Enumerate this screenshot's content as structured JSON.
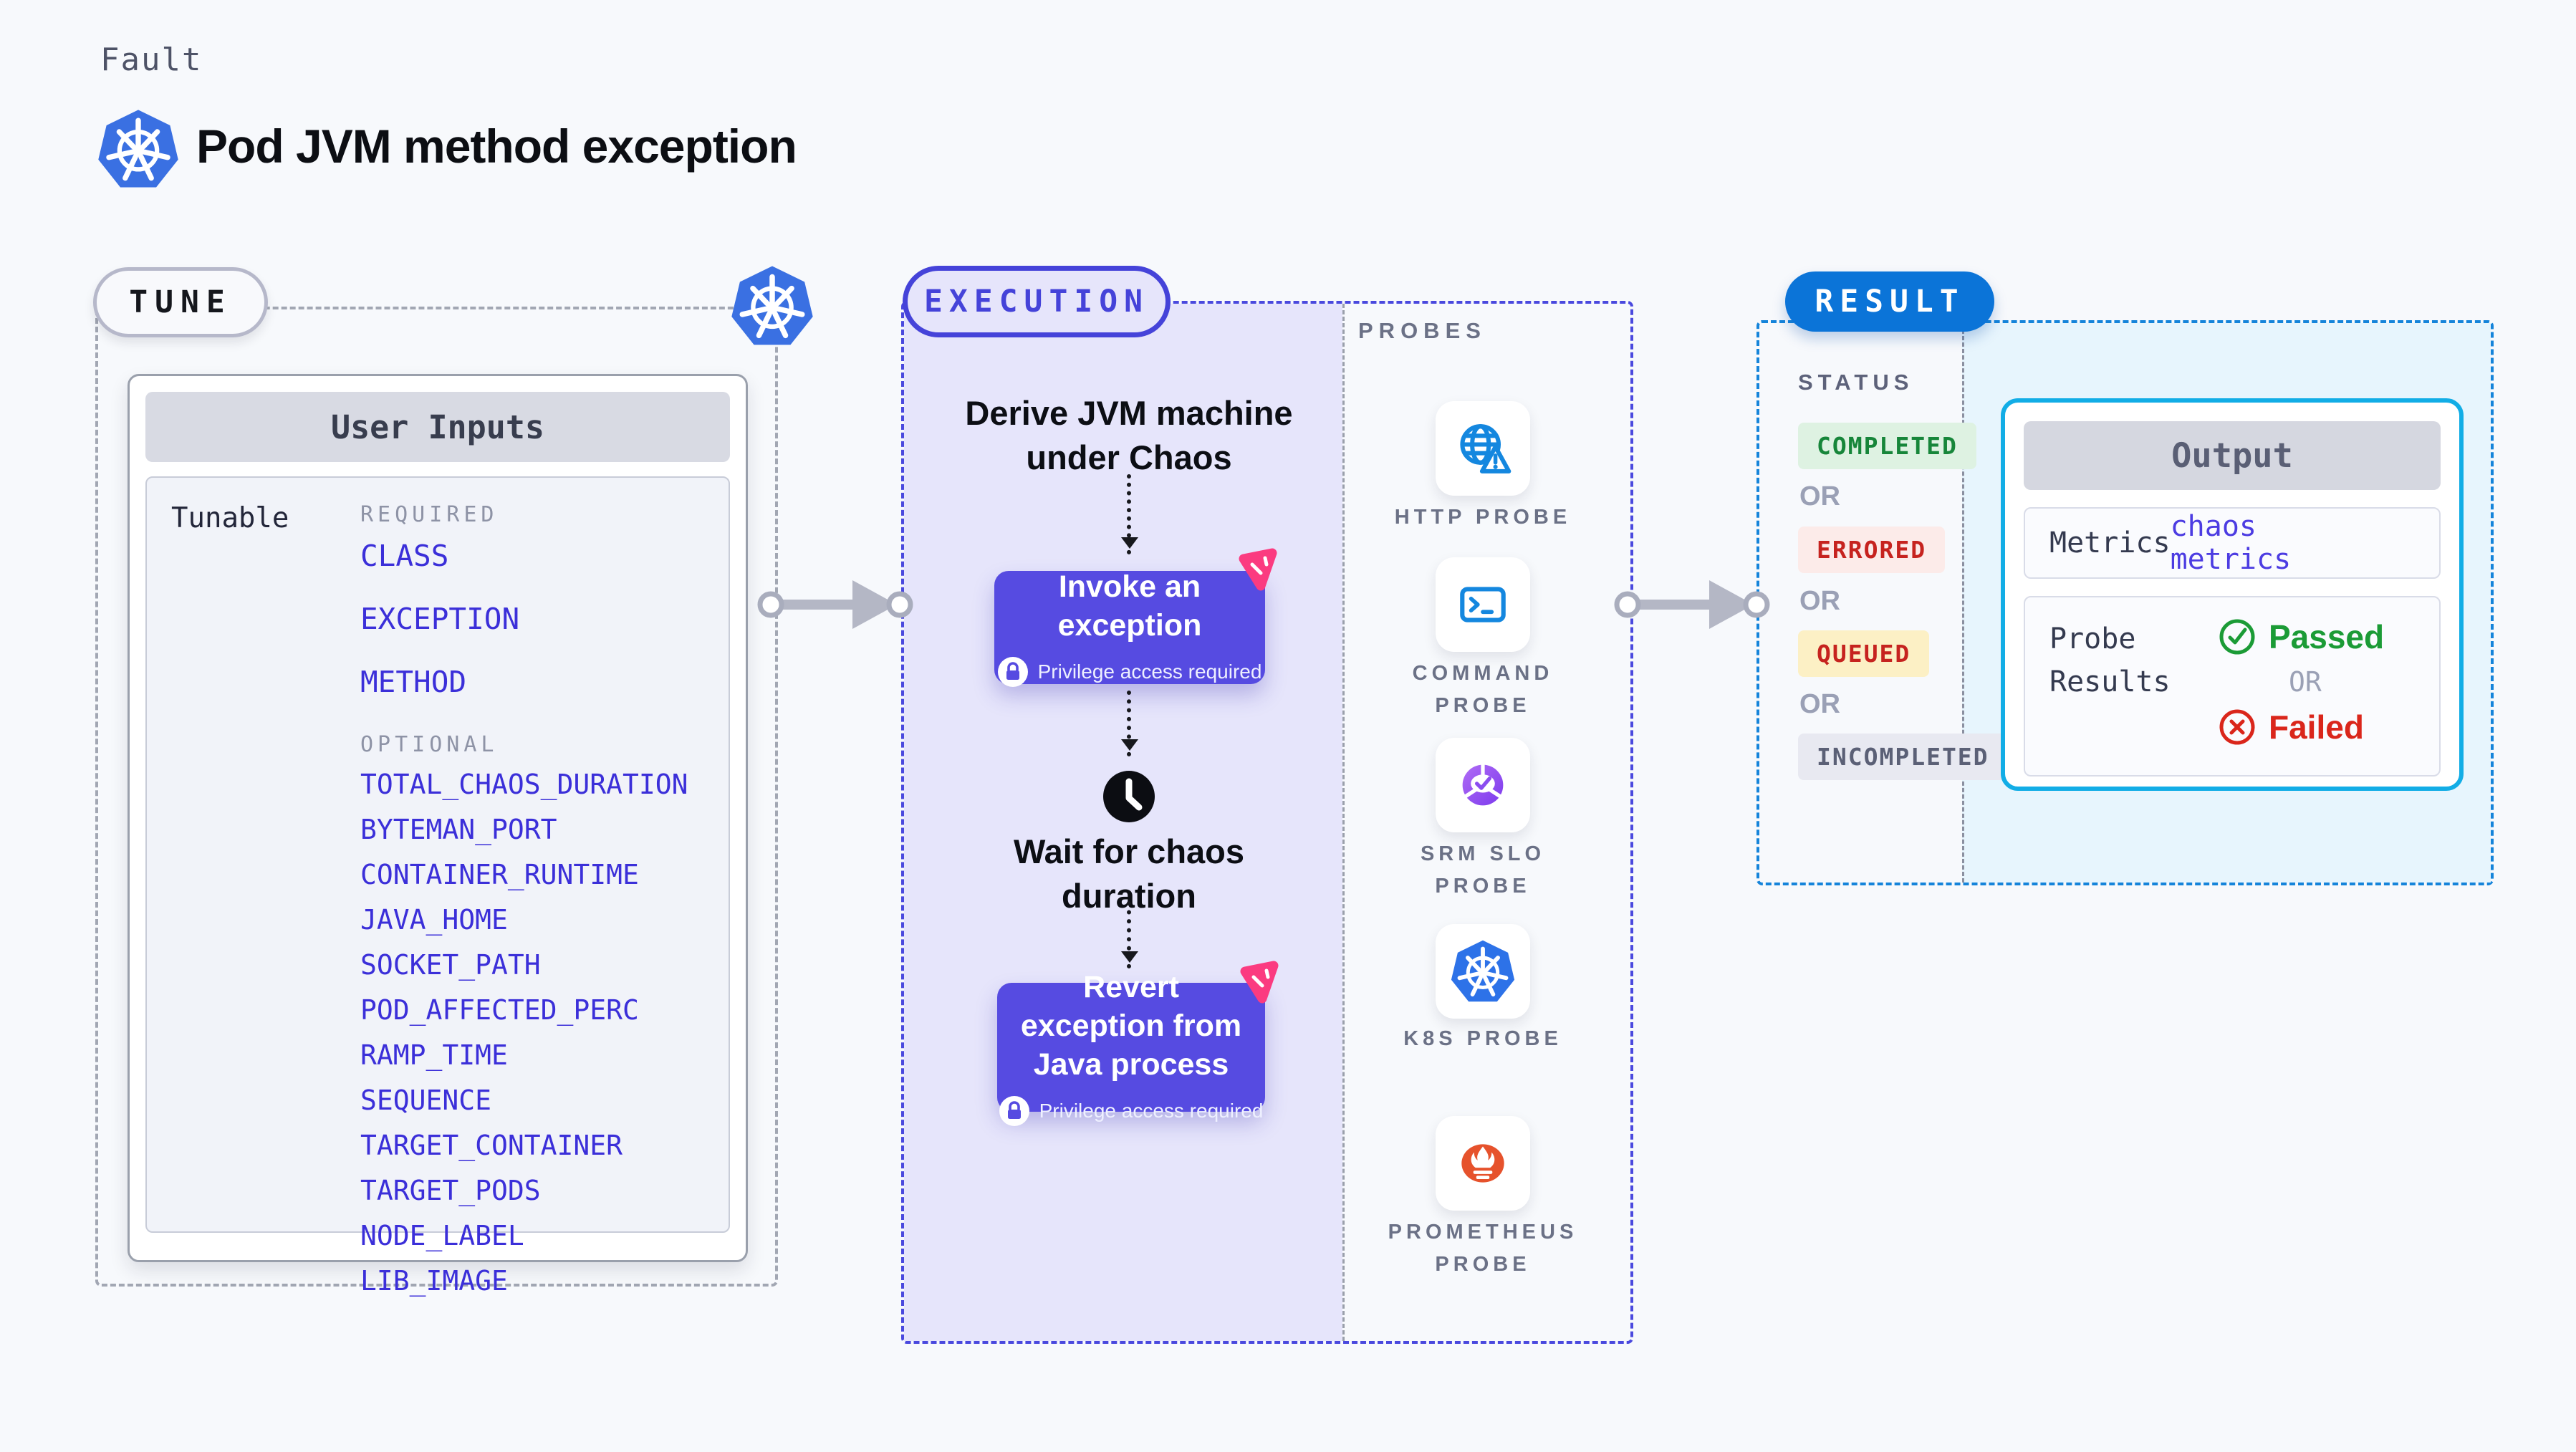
{
  "header": {
    "kicker": "Fault",
    "title": "Pod JVM method exception"
  },
  "tune": {
    "pill_label": "TUNE",
    "card_title": "User Inputs",
    "row_label": "Tunable",
    "required_label": "REQUIRED",
    "required_items": [
      "CLASS",
      "EXCEPTION",
      "METHOD"
    ],
    "optional_label": "OPTIONAL",
    "optional_items": [
      "TOTAL_CHAOS_DURATION",
      "BYTEMAN_PORT",
      "CONTAINER_RUNTIME",
      "JAVA_HOME",
      "SOCKET_PATH",
      "POD_AFFECTED_PERC",
      "RAMP_TIME",
      "SEQUENCE",
      "TARGET_CONTAINER",
      "TARGET_PODS",
      "NODE_LABEL",
      "LIB_IMAGE"
    ]
  },
  "execution": {
    "pill_label": "EXECUTION",
    "steps": [
      {
        "label": "Derive JVM machine under Chaos"
      },
      {
        "label": "Invoke an exception",
        "note": "Privilege access required"
      },
      {
        "label": "Wait for chaos duration"
      },
      {
        "label": "Revert exception from Java process",
        "note": "Privilege access required"
      }
    ]
  },
  "probes": {
    "title": "PROBES",
    "items": [
      {
        "label": "HTTP PROBE",
        "icon": "http-probe-icon"
      },
      {
        "label": "COMMAND PROBE",
        "icon": "command-probe-icon"
      },
      {
        "label": "SRM SLO PROBE",
        "icon": "srm-slo-probe-icon"
      },
      {
        "label": "K8S PROBE",
        "icon": "k8s-probe-icon"
      },
      {
        "label": "PROMETHEUS PROBE",
        "icon": "prometheus-probe-icon"
      }
    ]
  },
  "result": {
    "pill_label": "RESULT",
    "status_label": "STATUS",
    "or_label": "OR",
    "statuses": [
      {
        "label": "COMPLETED",
        "fg": "#17863a",
        "bg": "#def2e2"
      },
      {
        "label": "ERRORED",
        "fg": "#c6231f",
        "bg": "#fcebe9"
      },
      {
        "label": "QUEUED",
        "fg": "#c6231f",
        "bg": "#fcf0c5"
      },
      {
        "label": "INCOMPLETED",
        "fg": "#5b6076",
        "bg": "#e8e9f1"
      }
    ],
    "output": {
      "title": "Output",
      "metrics_label": "Metrics",
      "metrics_value": "chaos metrics",
      "probe_results_label": "Probe Results",
      "passed_label": "Passed",
      "or_label": "OR",
      "failed_label": "Failed"
    }
  },
  "icons": {
    "kubernetes": "blue heptagon with white helm wheel",
    "chaos-logo": "pink rounded triangle logo",
    "lock": "white circle with purple padlock",
    "clock": "black circle with white clock hands",
    "http-probe": "blue globe with warning triangle",
    "command-probe": "blue terminal window",
    "srm-slo-probe": "purple gradient donut with check",
    "k8s-probe": "blue kubernetes heptagon",
    "prometheus-probe": "orange flame in oval",
    "check-circle": "green circled check",
    "x-circle": "red circled x",
    "connector-arrow": "gray arrow with circle endpoints"
  },
  "colors": {
    "page_bg": "#f7f9fc",
    "exec_bg": "#e6e5fb",
    "exec_border": "#4a49de",
    "action_bg": "#564be1",
    "result_border": "#1584da",
    "result_bg": "#e7f5fd",
    "result_pill_bg": "#0b74d8",
    "output_border": "#12ade6",
    "item_blue": "#3b2fd9",
    "metrics_blue": "#4c3ce2",
    "passed_green": "#1b9b36",
    "failed_red": "#da261b",
    "pink_logo": "#fb3b80",
    "k8s_blue": "#3a70e2",
    "probe_icon_blue": "#1487df",
    "prometheus_orange": "#e6522c"
  }
}
